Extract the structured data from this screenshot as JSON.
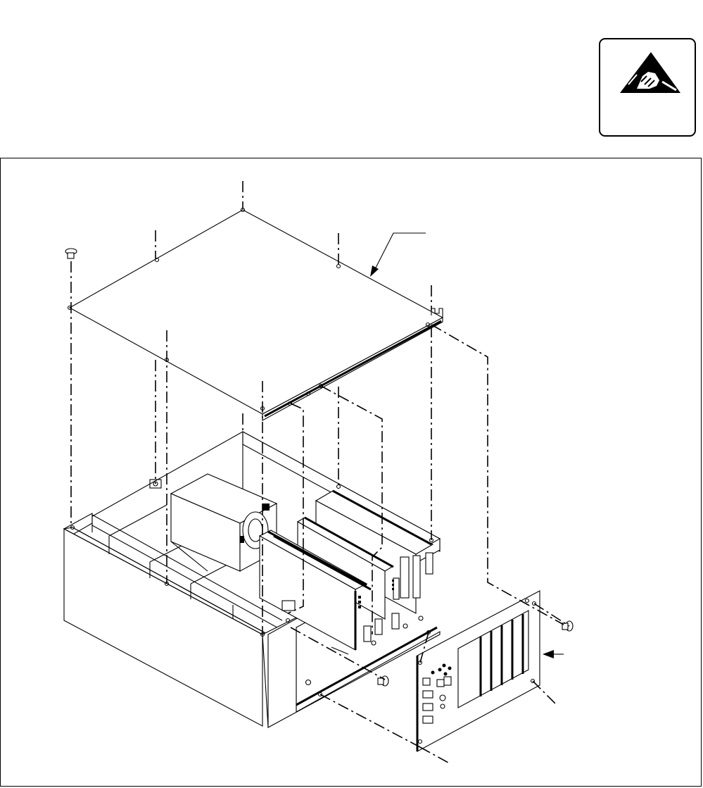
{
  "figure": {
    "type": "exploded assembly illustration",
    "components": [
      "top-cover",
      "chassis",
      "transformer",
      "circuit-cards",
      "rear-panel",
      "screws"
    ]
  },
  "esd_symbol": {
    "icon": "esd-hand-warning-icon",
    "colors": {
      "line": "#000000",
      "background": "#ffffff"
    }
  }
}
